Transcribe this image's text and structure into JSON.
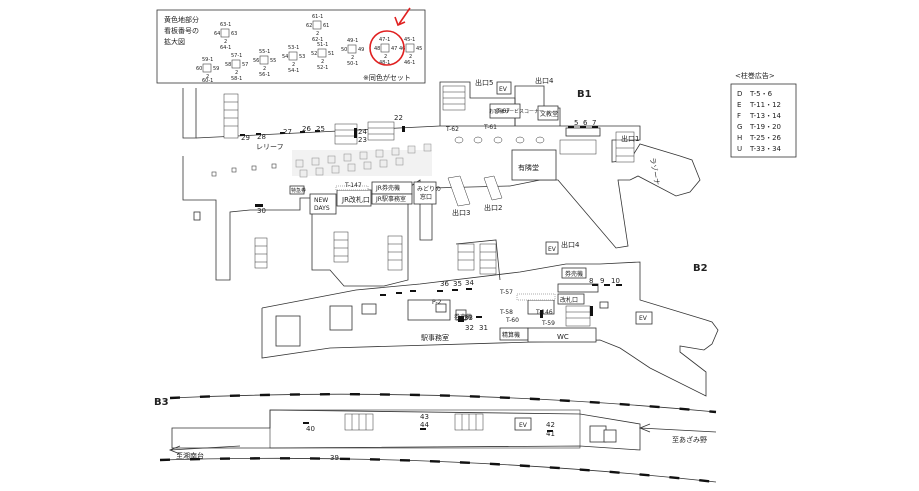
{
  "inset": {
    "title_lines": [
      "黄色地部分",
      "看板番号の",
      "拡大図"
    ],
    "note": "※同色がセット",
    "highlight_color": "#e02020",
    "pillars": [
      {
        "top": "63-1",
        "left": "64",
        "right": "63",
        "bottom": "64-1",
        "mid": "2"
      },
      {
        "top": "61-1",
        "left": "62",
        "right": "61",
        "bottom": "62-1",
        "mid": "2"
      },
      {
        "top": "47-1",
        "left": "48",
        "right": "47",
        "bottom": "48-1",
        "mid": "2"
      },
      {
        "top": "45-1",
        "left": "46",
        "right": "45",
        "bottom": "46-1",
        "mid": "2"
      },
      {
        "top": "59-1",
        "left": "60",
        "right": "59",
        "bottom": "60-1",
        "mid": "2"
      },
      {
        "top": "57-1",
        "left": "58",
        "right": "57",
        "bottom": "58-1",
        "mid": "2"
      },
      {
        "top": "55-1",
        "left": "56",
        "right": "55",
        "bottom": "56-1",
        "mid": "2"
      },
      {
        "top": "53-1",
        "left": "54",
        "right": "53",
        "bottom": "54-1",
        "mid": "2"
      },
      {
        "top": "51-1",
        "left": "52",
        "right": "51",
        "bottom": "52-1",
        "mid": "2"
      },
      {
        "top": "49-1",
        "left": "50",
        "right": "49",
        "bottom": "50-1",
        "mid": "2"
      }
    ]
  },
  "legend": {
    "title": "<柱巻広告>",
    "rows": [
      {
        "key": "D",
        "val": "T-5・6"
      },
      {
        "key": "E",
        "val": "T-11・12"
      },
      {
        "key": "F",
        "val": "T-13・14"
      },
      {
        "key": "G",
        "val": "T-19・20"
      },
      {
        "key": "H",
        "val": "T-25・26"
      },
      {
        "key": "U",
        "val": "T-33・34"
      }
    ]
  },
  "floors": {
    "b1": "B1",
    "b2": "B2",
    "b3": "B3"
  },
  "b1": {
    "exits": {
      "exit5": "出口5",
      "exit4": "出口4",
      "exit1": "出口1",
      "exit3": "出口3",
      "exit2": "出口2"
    },
    "ev": "EV",
    "service": "お客様サービスコーナー",
    "bunkyo": "文教堂",
    "yurindo": "有隣堂",
    "relief": "レリーフ",
    "lazona": "ラゾーナ",
    "new_days": [
      "NEW",
      "DAYS"
    ],
    "jr_gate": "JR改札口",
    "ticket_machine": "JR券売機",
    "station_office": "JR駅事務室",
    "midori": [
      "みどりの",
      "窓口"
    ],
    "shop_small": "特急券",
    "nums": [
      "29",
      "28",
      "27",
      "26",
      "25",
      "24",
      "23",
      "22",
      "30",
      "5",
      "6",
      "7"
    ],
    "tcodes": [
      "T-62",
      "T-61",
      "T-67",
      "T-147"
    ]
  },
  "b2": {
    "ev": "EV",
    "ev2": "EV",
    "exit4": "出口4",
    "ticket_machine": "券売機",
    "ticket_machine2": "券売機",
    "gate": "改札口",
    "office": "駅事務室",
    "fare": "精算機",
    "wc": "WC",
    "nums": [
      "8",
      "9",
      "10",
      "36",
      "35",
      "34",
      "33",
      "32",
      "31"
    ],
    "tcodes": [
      "T-57",
      "T-58",
      "T-60",
      "T-146",
      "T-59",
      "P-2"
    ]
  },
  "b3": {
    "to_left": "至湘南台",
    "to_right": "至あざみ野",
    "ev": "EV",
    "nums": [
      "40",
      "43",
      "44",
      "42",
      "41",
      "39"
    ]
  }
}
